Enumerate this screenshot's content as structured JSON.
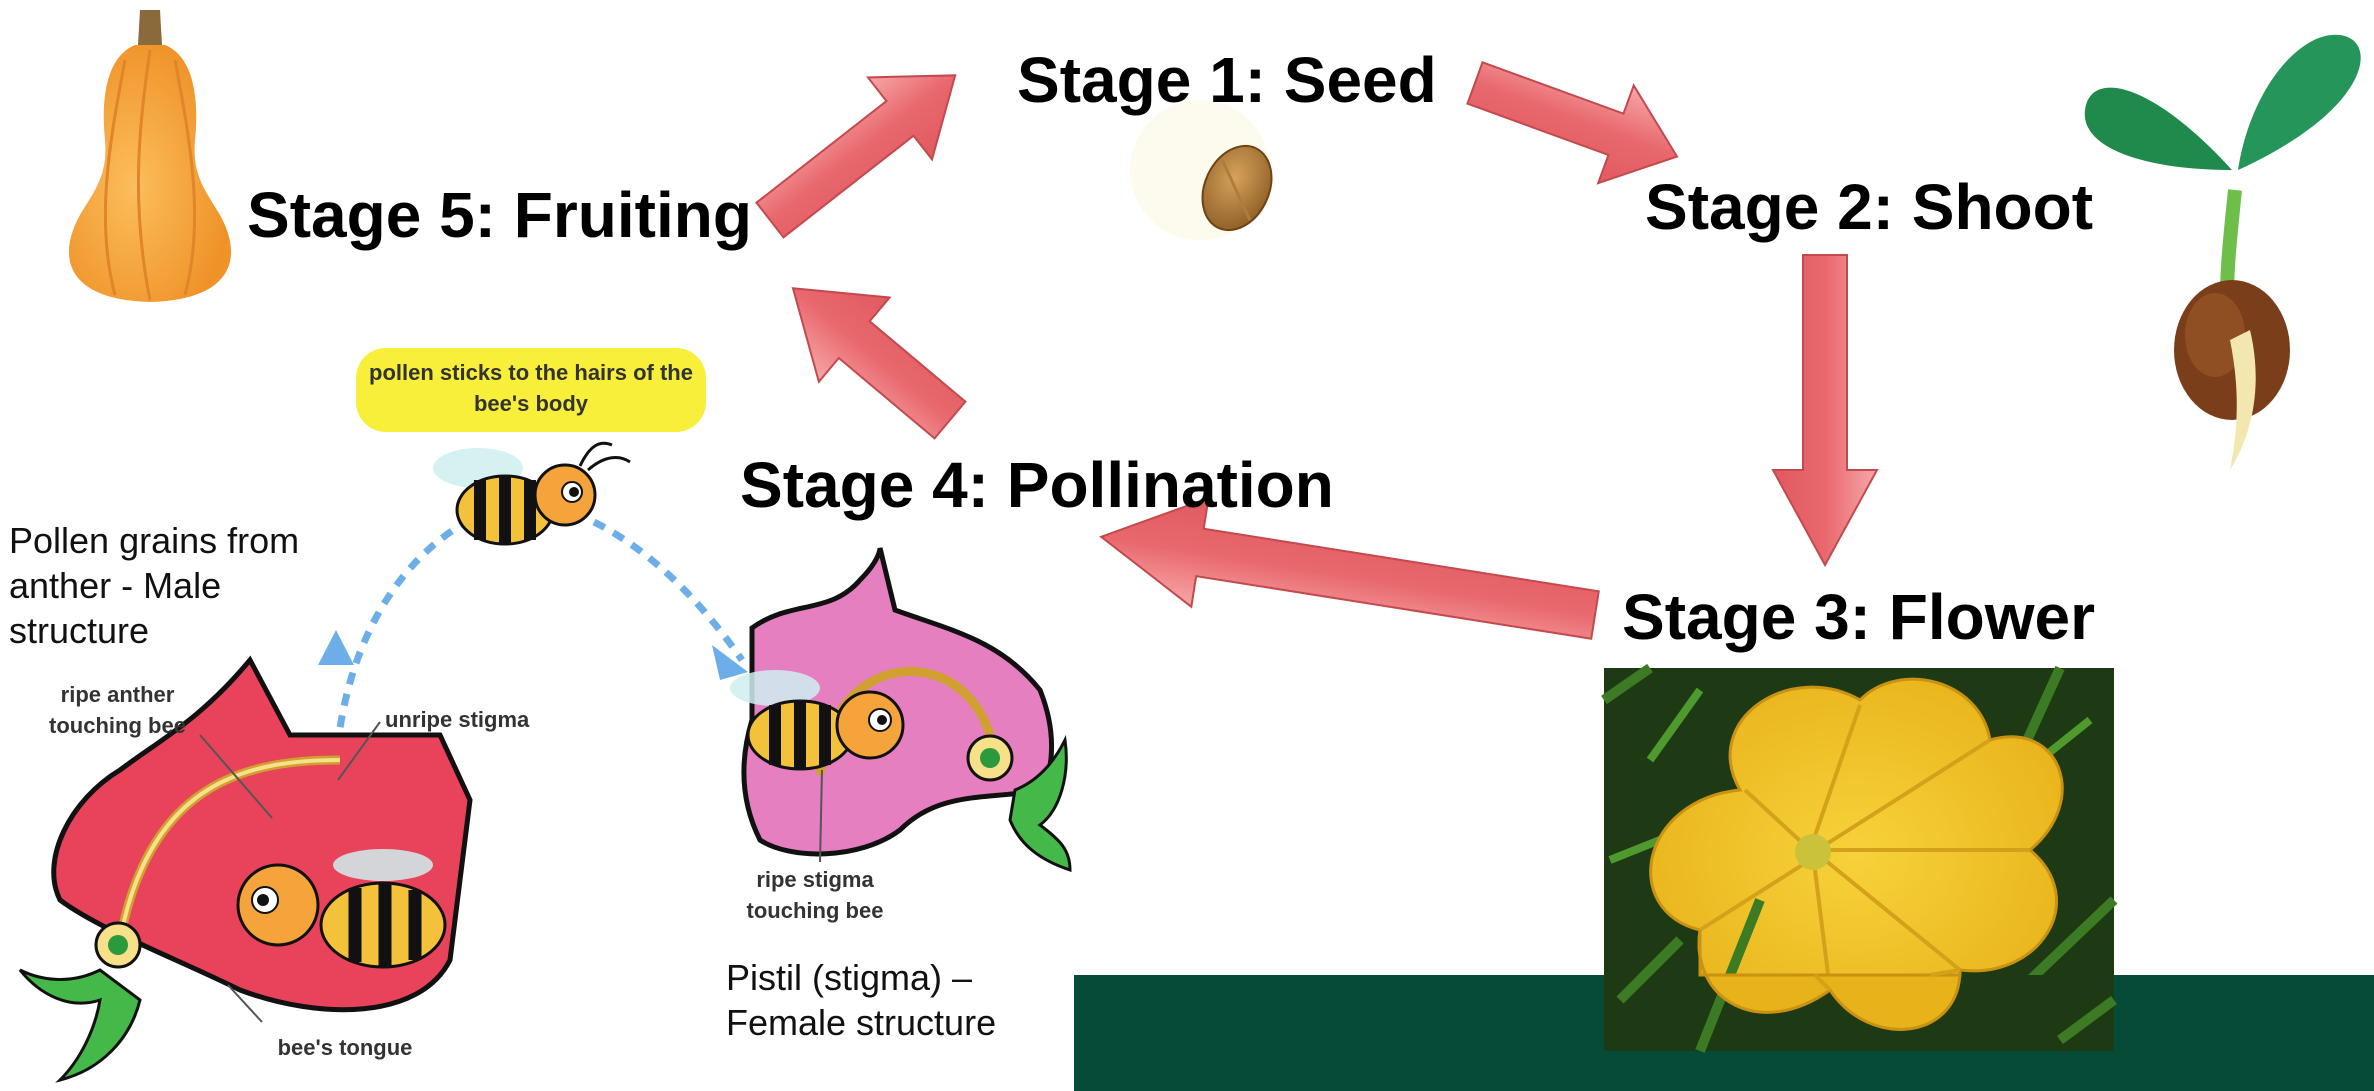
{
  "stages": {
    "seed": "Stage 1: Seed",
    "shoot": "Stage 2: Shoot",
    "flower": "Stage 3: Flower",
    "pollination": "Stage 4: Pollination",
    "fruiting": "Stage 5: Fruiting"
  },
  "notes": {
    "male": "Pollen grains from anther - Male structure",
    "female": "Pistil (stigma) – Female structure"
  },
  "illustration_labels": {
    "bubble": "pollen sticks to the hairs of the bee's body",
    "ripe_anther": "ripe anther touching bee",
    "unripe_stigma": "unripe stigma",
    "ripe_stigma": "ripe stigma touching bee",
    "bees_tongue": "bee's tongue"
  },
  "colors": {
    "arrow_fill": "#e8686d",
    "arrow_stroke": "#c24a4f",
    "band": "#064a38",
    "red_flower": "#e8435a",
    "pink_flower": "#e57fc0",
    "squash": "#f4a23c",
    "bubble": "#f7ef3a"
  }
}
